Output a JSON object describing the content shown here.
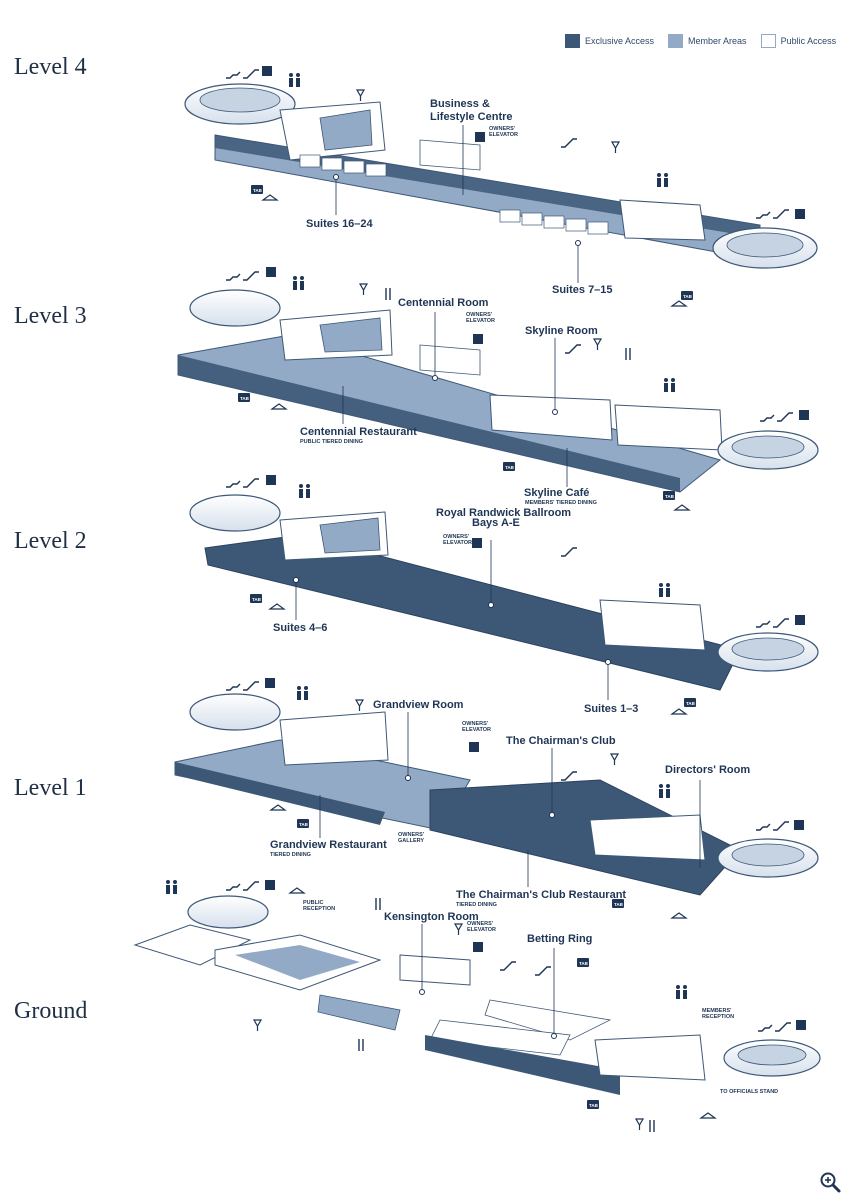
{
  "legend": {
    "exclusive": {
      "label": "Exclusive Access",
      "color": "#3d5877"
    },
    "member": {
      "label": "Member Areas",
      "color": "#93aac6"
    },
    "public": {
      "label": "Public Access",
      "color": "#ffffff"
    }
  },
  "levels": {
    "l4": "Level 4",
    "l3": "Level 3",
    "l2": "Level 2",
    "l1": "Level 1",
    "g": "Ground"
  },
  "rooms": {
    "business": "Business &\nLifestyle Centre",
    "suites1624": "Suites 16–24",
    "suites715": "Suites 7–15",
    "centennialRoom": "Centennial Room",
    "skylineRoom": "Skyline Room",
    "centennialRest": "Centennial Restaurant",
    "centennialRestSub": "PUBLIC TIERED DINING",
    "skylineCafe": "Skyline Café",
    "skylineCafeSub": "MEMBERS' TIERED DINING",
    "ballroom": "Royal Randwick Ballroom",
    "bays": "Bays A-E",
    "suites46": "Suites 4–6",
    "suites13": "Suites 1–3",
    "grandviewRoom": "Grandview Room",
    "chairmansClub": "The Chairman's Club",
    "directorsRoom": "Directors' Room",
    "grandviewRest": "Grandview Restaurant",
    "grandviewRestSub": "TIERED DINING",
    "chairmansRest": "The Chairman's Club Restaurant",
    "chairmansRestSub": "TIERED DINING",
    "ownersGallery": "OWNERS'\nGALLERY",
    "kensington": "Kensington Room",
    "bettingRing": "Betting Ring",
    "publicReception": "PUBLIC\nRECEPTION",
    "membersReception": "MEMBERS'\nRECEPTION",
    "officials": "TO OFFICIALS STAND",
    "ownersElevator": "OWNERS'\nELEVATOR"
  },
  "icons": {
    "tab": "TAB",
    "escalator": "escalator-icon",
    "lift": "lift-icon",
    "stairs": "stairs-icon",
    "toilet": "toilet-icon",
    "accessible": "accessible-icon",
    "bar": "bar-icon",
    "dining": "dining-icon",
    "cloakroom": "cloakroom-icon",
    "zoom": "zoom-icon"
  }
}
